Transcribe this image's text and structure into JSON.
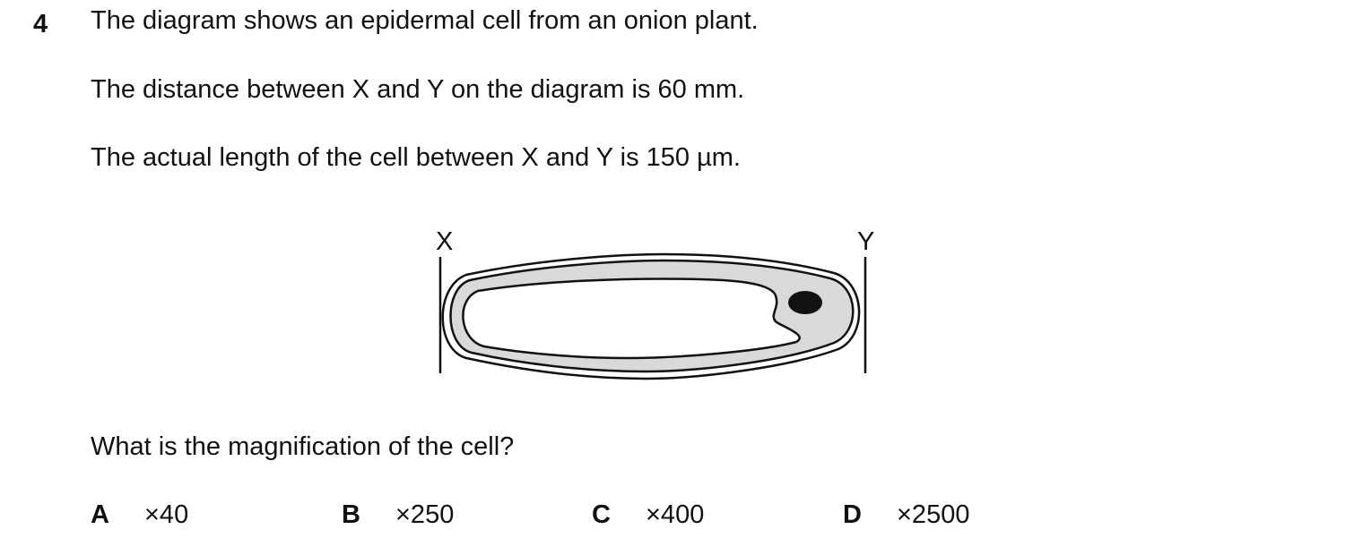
{
  "question": {
    "number": "4",
    "intro": "The diagram shows an epidermal cell from an onion plant.",
    "distance_statement": "The distance between X and Y on the diagram is 60 mm.",
    "actual_length_statement": "The actual length of the cell between X and Y is 150 µm.",
    "prompt": "What is the magnification of the cell?"
  },
  "diagram": {
    "label_x": "X",
    "label_y": "Y"
  },
  "options": [
    {
      "letter": "A",
      "value": "×40"
    },
    {
      "letter": "B",
      "value": "×250"
    },
    {
      "letter": "C",
      "value": "×400"
    },
    {
      "letter": "D",
      "value": "×2500"
    }
  ]
}
